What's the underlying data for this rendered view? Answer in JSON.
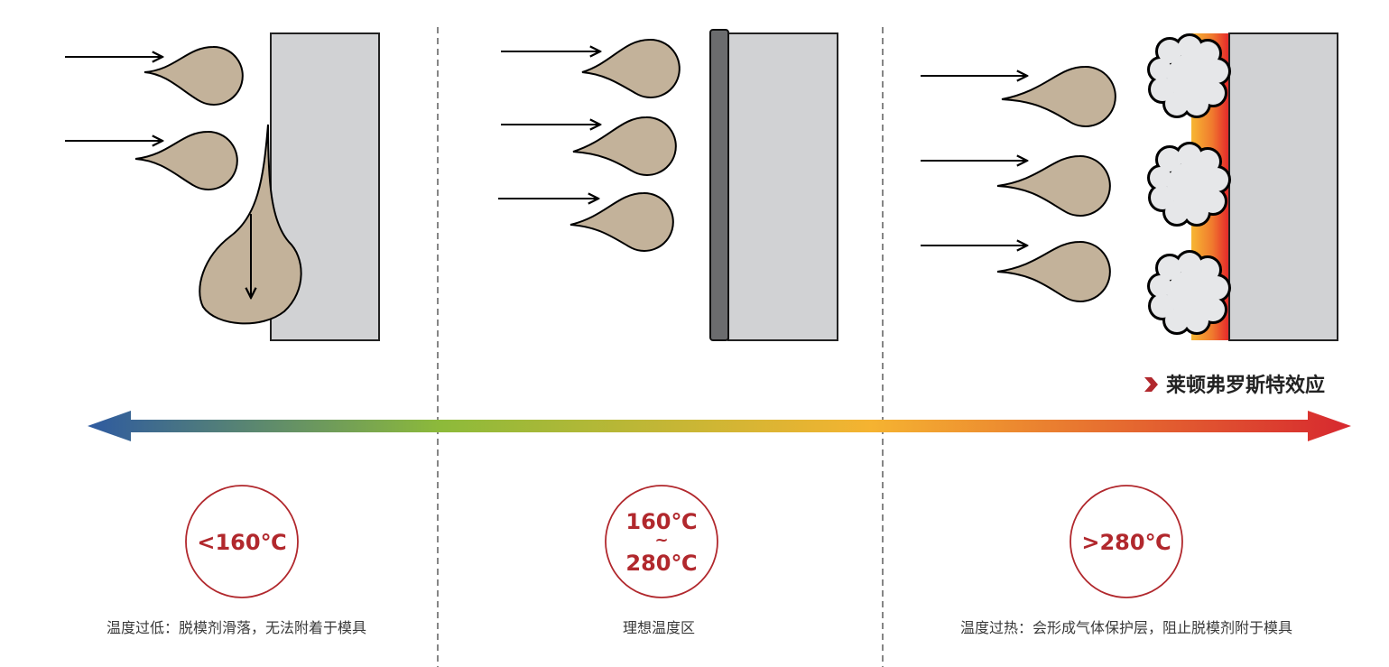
{
  "effect_label": "莱顿弗罗斯特效应",
  "zones": [
    {
      "temp": "<160℃",
      "caption": "温度过低：脱模剂滑落，无法附着于模具"
    },
    {
      "temp_top": "160℃",
      "temp_mid": "~",
      "temp_bottom": "280℃",
      "caption": "理想温度区"
    },
    {
      "temp": ">280℃",
      "caption": "温度过热：会形成气体保护层，阻止脱模剂附于模具"
    }
  ],
  "colors": {
    "accent_red": "#b1282d",
    "drop": "#c3b29a",
    "mold": "#d1d2d4",
    "cold": "#2e5aa0",
    "ideal": "#8dba3a",
    "warm": "#f5b331",
    "hot": "#d7282f"
  }
}
